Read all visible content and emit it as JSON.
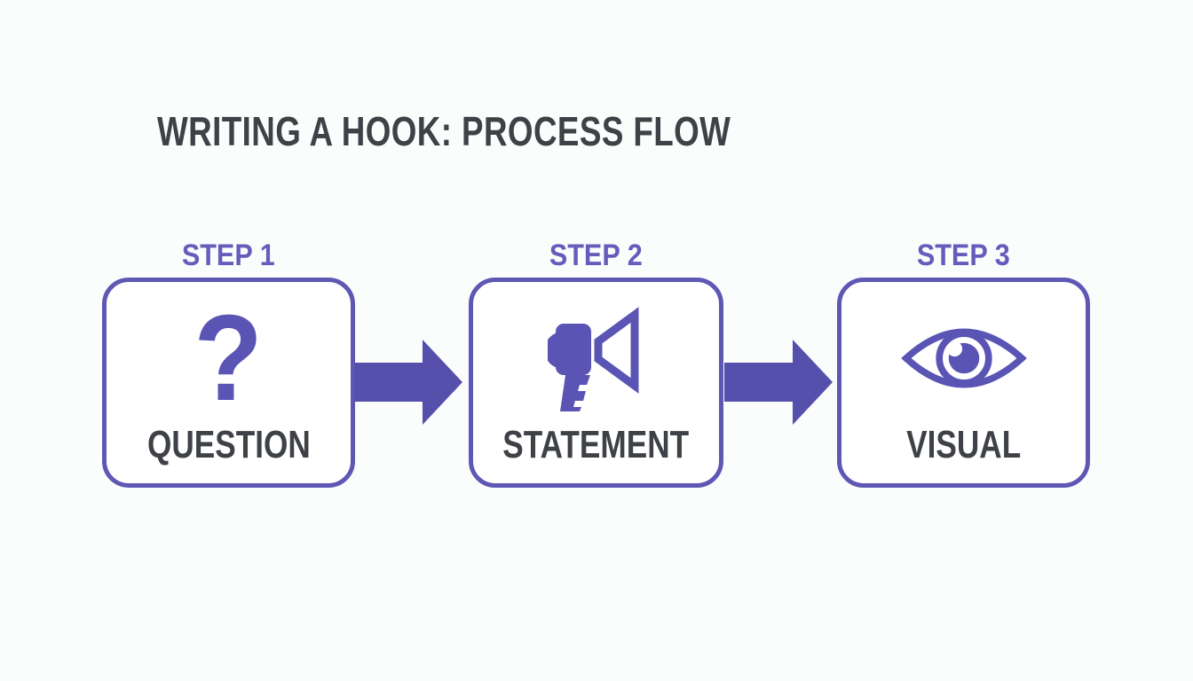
{
  "title": "WRITING A HOOK: PROCESS FLOW",
  "colors": {
    "accent": "#5a54b4",
    "border": "#5e58b4",
    "arrow": "#5650ad",
    "step_label": "#655cbb",
    "text_dark": "#3e4146",
    "background": "#fbfcfc",
    "box_background": "#ffffff"
  },
  "steps": [
    {
      "step_label": "STEP 1",
      "name": "QUESTION",
      "icon": "question-mark-icon",
      "icon_glyph": "?"
    },
    {
      "step_label": "STEP 2",
      "name": "STATEMENT",
      "icon": "megaphone-icon"
    },
    {
      "step_label": "STEP 3",
      "name": "VISUAL",
      "icon": "eye-icon"
    }
  ],
  "arrows": {
    "count": 2,
    "direction": "right"
  }
}
